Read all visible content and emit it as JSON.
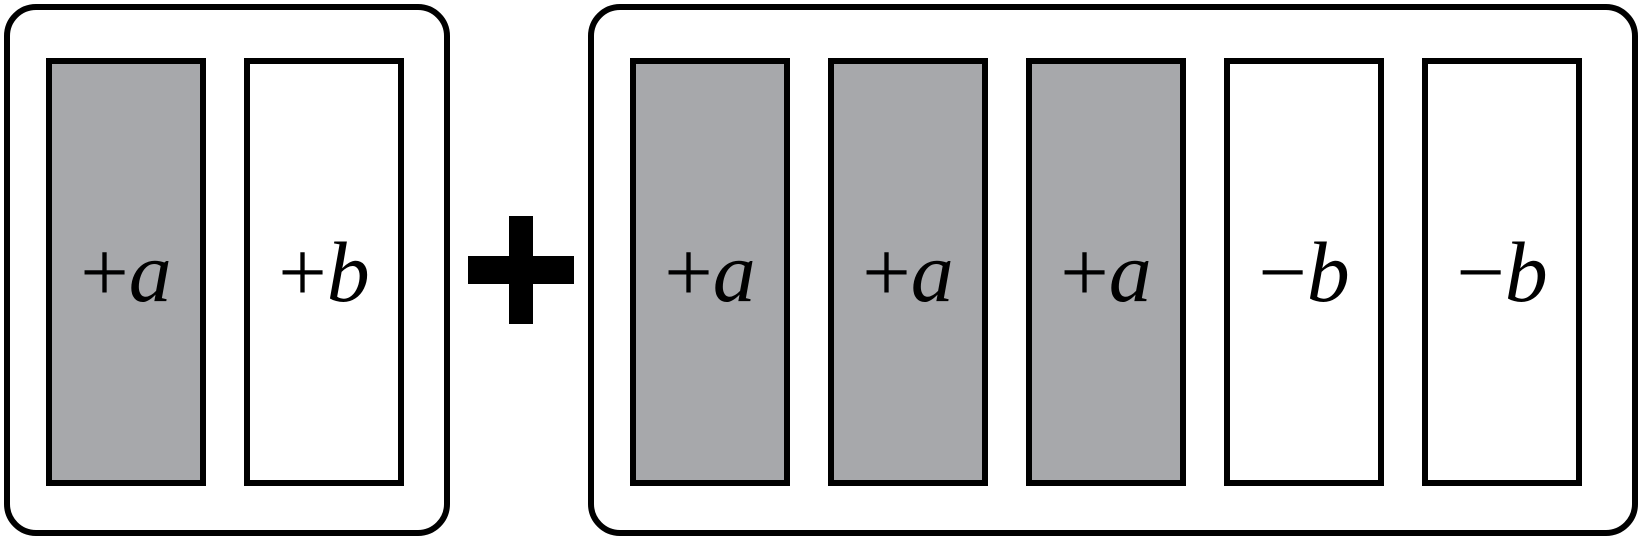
{
  "colors": {
    "shaded_tile": "#a7a8ab",
    "white_tile": "#ffffff",
    "stroke": "#000000"
  },
  "left_group": {
    "tiles": [
      {
        "sign": "+",
        "variable": "a",
        "fill": "shaded"
      },
      {
        "sign": "+",
        "variable": "b",
        "fill": "white"
      }
    ]
  },
  "operator": "plus",
  "right_group": {
    "tiles": [
      {
        "sign": "+",
        "variable": "a",
        "fill": "shaded"
      },
      {
        "sign": "+",
        "variable": "a",
        "fill": "shaded"
      },
      {
        "sign": "+",
        "variable": "a",
        "fill": "shaded"
      },
      {
        "sign": "−",
        "variable": "b",
        "fill": "white"
      },
      {
        "sign": "−",
        "variable": "b",
        "fill": "white"
      }
    ]
  }
}
